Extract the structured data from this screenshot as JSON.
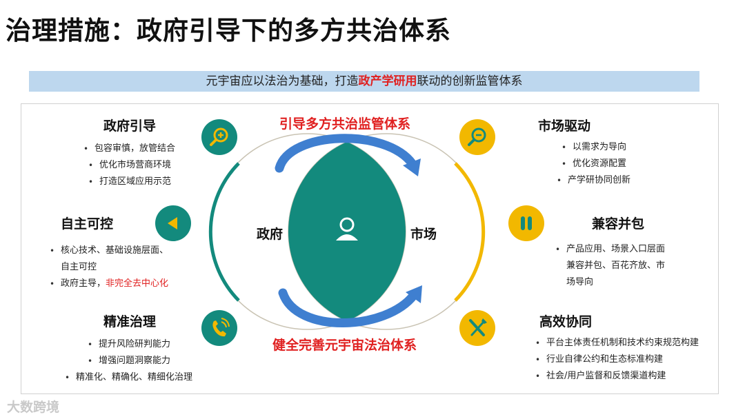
{
  "title": "治理措施：政府引导下的多方共治体系",
  "banner": {
    "prefix": "元宇宙应以法治为基础，打造",
    "highlight": "政产学研用",
    "suffix": "联动的创新监管体系"
  },
  "diagram": {
    "top_arrow_label": "引导多方共治监管体系",
    "bottom_arrow_label": "健全完善元宇宙法治体系",
    "left_circle_label": "政府",
    "right_circle_label": "市场"
  },
  "left_sections": [
    {
      "title": "政府引导",
      "items": [
        "包容审慎，放管结合",
        "优化市场营商环境",
        "打造区域应用示范"
      ]
    },
    {
      "title": "自主可控",
      "items": [
        "核心技术、基础设施层面、",
        "自主可控"
      ],
      "extra_prefix": "政府主导，",
      "extra_highlight": "非完全去中心化"
    },
    {
      "title": "精准治理",
      "items": [
        "提升风险研判能力",
        "增强问题洞察能力",
        "精准化、精确化、精细化治理"
      ]
    }
  ],
  "right_sections": [
    {
      "title": "市场驱动",
      "items": [
        "以需求为导向",
        "优化资源配置",
        "产学研协同创新"
      ]
    },
    {
      "title": "兼容并包",
      "items": [
        "产品应用、场景入口层面",
        "兼容并包、百花齐放、市",
        "场导向"
      ]
    },
    {
      "title": "高效协同",
      "items": [
        "平台主体责任机制和技术约束规范构建",
        "行业自律公约和生态标准构建",
        "社会/用户监督和反馈渠道构建"
      ]
    }
  ],
  "icons": {
    "left": [
      "zoom-in-icon",
      "play-left-icon",
      "phone-icon"
    ],
    "right": [
      "zoom-out-icon",
      "pause-icon",
      "tools-icon"
    ],
    "center": "user-icon"
  },
  "colors": {
    "teal": "#138a7d",
    "gold": "#f2b800",
    "blue_arrow": "#3f7fd0",
    "highlight_red": "#e02020",
    "banner_bg": "#bdd7ee"
  },
  "watermark": "大数跨境"
}
